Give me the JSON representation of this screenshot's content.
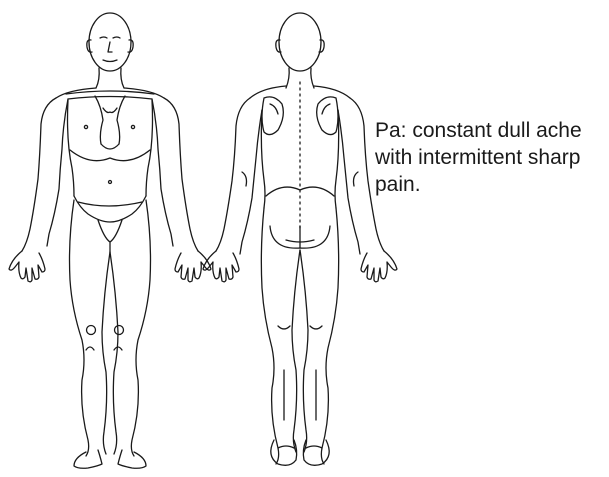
{
  "annotation": {
    "lines": [
      "Pa: constant dull ache",
      "with intermittent sharp",
      "pain."
    ]
  },
  "figures": [
    {
      "view": "front",
      "icon": "body-front-outline"
    },
    {
      "view": "back",
      "icon": "body-back-outline"
    }
  ]
}
